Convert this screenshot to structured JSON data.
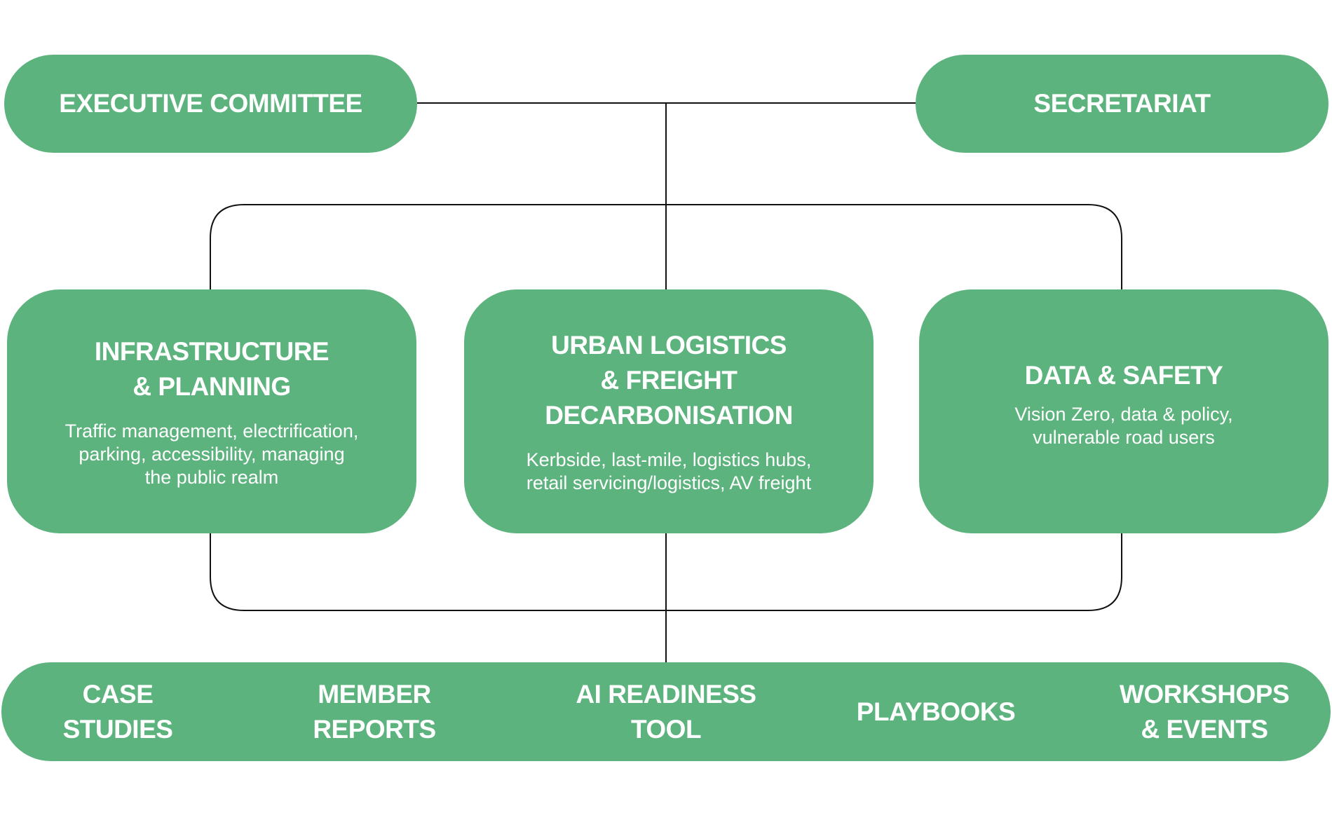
{
  "top": {
    "executive": "EXECUTIVE COMMITTEE",
    "secretariat": "SECRETARIAT"
  },
  "workstreams": [
    {
      "title": "INFRASTRUCTURE\n& PLANNING",
      "desc": "Traffic management, electrification,\nparking, accessibility, managing\nthe public realm"
    },
    {
      "title": "URBAN LOGISTICS\n& FREIGHT\nDECARBONISATION",
      "desc": "Kerbside, last-mile, logistics hubs,\nretail servicing/logistics, AV freight"
    },
    {
      "title": "DATA & SAFETY",
      "desc": "Vision Zero, data & policy,\nvulnerable road users"
    }
  ],
  "outputs": [
    "CASE\nSTUDIES",
    "MEMBER\nREPORTS",
    "AI READINESS\nTOOL",
    "PLAYBOOKS",
    "WORKSHOPS\n& EVENTS"
  ],
  "colors": {
    "box": "#5DB37E",
    "line": "#111111"
  }
}
